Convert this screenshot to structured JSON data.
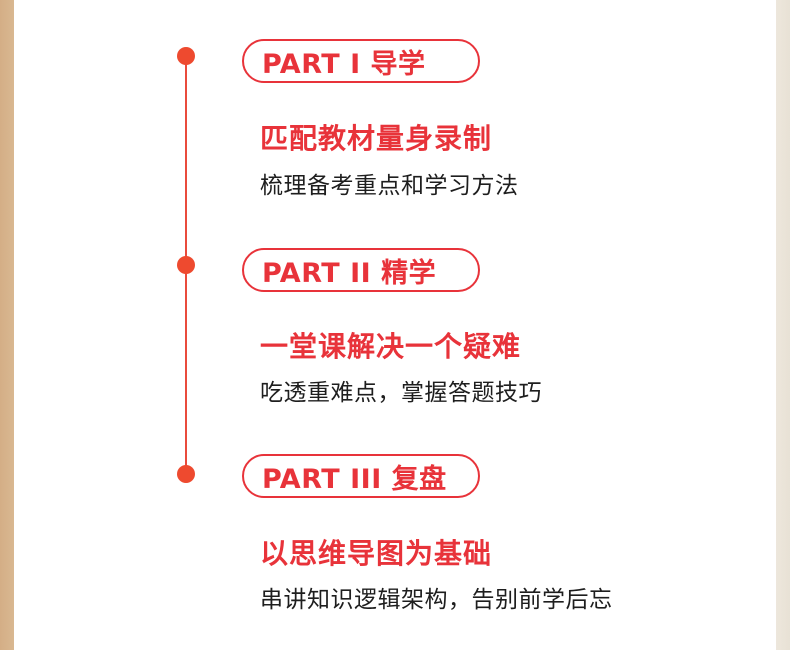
{
  "sections": [
    {
      "part_label": "PART I   导学",
      "heading": "匹配教材量身录制",
      "description": "梳理备考重点和学习方法"
    },
    {
      "part_label": "PART II   精学",
      "heading": "一堂课解决一个疑难",
      "description": "吃透重难点，掌握答题技巧"
    },
    {
      "part_label": "PART III   复盘",
      "heading": "以思维导图为基础",
      "description": "串讲知识逻辑架构，告别前学后忘"
    }
  ],
  "colors": {
    "accent": "#e8333a",
    "dot": "#ee4a2f",
    "text": "#1e1e1e",
    "left_border": "#d4ae86",
    "right_border": "#ede7dc"
  }
}
